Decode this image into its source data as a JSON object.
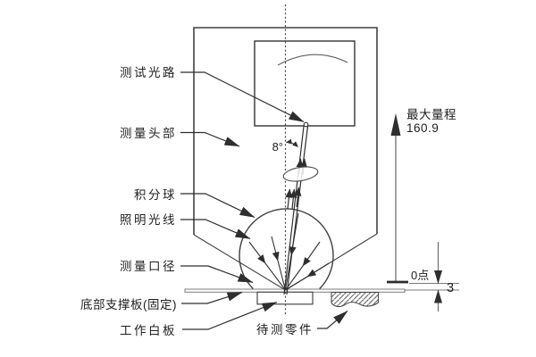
{
  "diagram": {
    "title_hint": "spectrophotometer measuring head schematic",
    "labels": {
      "test_light_path": "测试光路",
      "measuring_head": "测量头部",
      "integrating_sphere": "积分球",
      "illumination_rays": "照明光线",
      "measurement_aperture": "测量口径",
      "bottom_support_plate": "底部支撑板(固定)",
      "working_white_board": "工作白板",
      "part_to_measure": "待测零件"
    },
    "values": {
      "max_range_caption": "最大量程",
      "max_range_value": "160.9",
      "zero_point": "0点",
      "gap_value": "3",
      "angle": "8°"
    },
    "colors": {
      "line": "#3f3f3f",
      "thin_dim": "#7a7a7a",
      "text": "#1f1f1f",
      "background": "#ffffff"
    }
  }
}
